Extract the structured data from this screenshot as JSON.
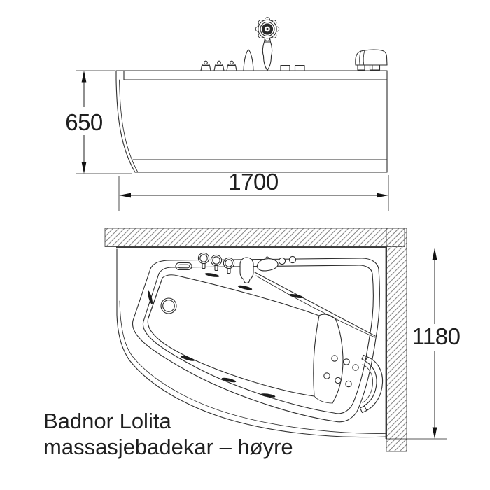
{
  "drawing": {
    "caption": {
      "line1": "Badnor Lolita",
      "line2": "massasjebadekar – høyre"
    },
    "dimensions": {
      "side_height_mm": "650",
      "side_length_mm": "1700",
      "plan_depth_mm": "1180"
    },
    "colors": {
      "line": "#2e2e2e",
      "dimension": "#222222",
      "hatch": "#8a8a8a",
      "wall_edge": "#3a3a3a",
      "jet_fill": "#1c1c1c",
      "background": "#ffffff"
    }
  }
}
